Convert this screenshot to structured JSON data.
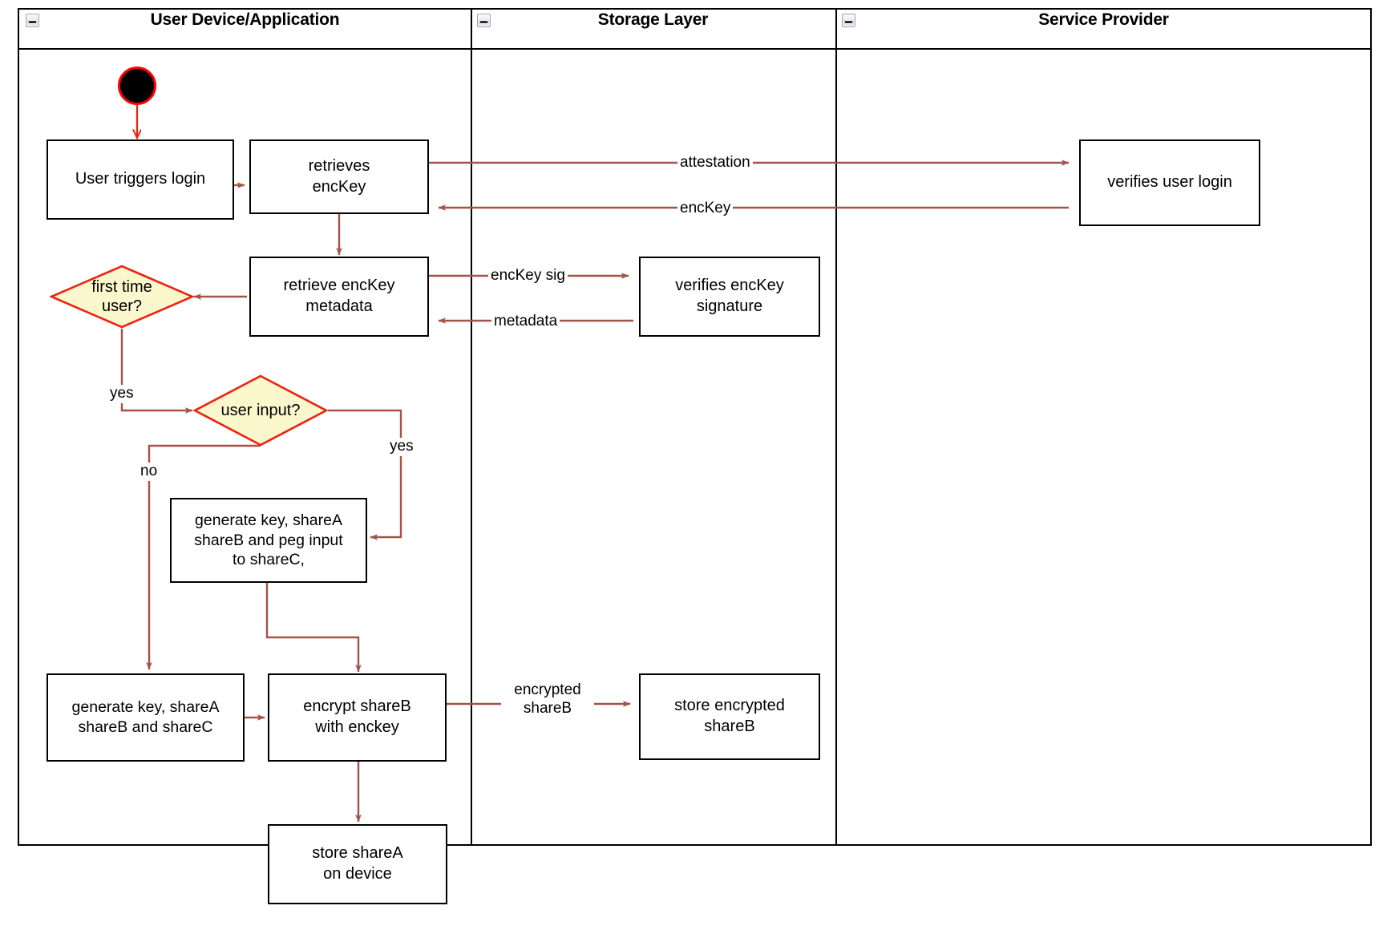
{
  "diagram": {
    "type": "uml-activity-swimlane",
    "lanes": [
      {
        "id": "user-device",
        "title": "User Device/Application"
      },
      {
        "id": "storage-layer",
        "title": "Storage Layer"
      },
      {
        "id": "service-provider",
        "title": "Service Provider"
      }
    ],
    "collapse_icon": "minus-icon",
    "start_node": "filled-circle-initial-node",
    "nodes": {
      "user_triggers_login": "User triggers login",
      "retrieves_enckey": "retrieves\nencKey",
      "verifies_user_login": "verifies user login",
      "retrieve_enckey_metadata": "retrieve encKey\nmetadata",
      "verifies_enckey_signature": "verifies encKey signature",
      "first_time_user": "first time\nuser?",
      "user_input": "user input?",
      "generate_peg": "generate key, shareA\nshareB and peg input\nto shareC,",
      "generate_shares": "generate key, shareA\nshareB and shareC",
      "encrypt_shareb": "encrypt shareB\nwith enckey",
      "store_encrypted_shareb": "store encrypted\nshareB",
      "store_sharea": "store shareA\non device"
    },
    "edge_labels": {
      "attestation": "attestation",
      "enckey": "encKey",
      "enckey_sig": "encKey sig",
      "metadata": "metadata",
      "yes_first_time": "yes",
      "yes_user_input": "yes",
      "no_user_input": "no",
      "encrypted_shareb": "encrypted\nshareB"
    },
    "colors": {
      "edge": "#a4534a",
      "start_border": "#ff0000",
      "start_fill": "#000000",
      "decision_fill": "#fbf7cd",
      "decision_border": "#ee2211",
      "node_border": "#000000",
      "lane_border": "#000000",
      "background": "#ffffff"
    }
  }
}
